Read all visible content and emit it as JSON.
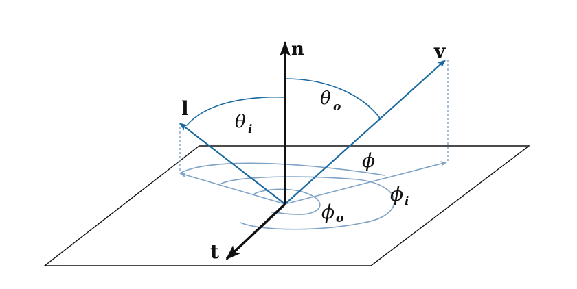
{
  "vectors": {
    "normal": "n",
    "view": "v",
    "light": "l",
    "tangent": "t"
  },
  "angles": {
    "theta_incident": {
      "symbol": "θ",
      "sub": "i"
    },
    "theta_outgoing": {
      "symbol": "θ",
      "sub": "o"
    },
    "phi": {
      "symbol": "ϕ"
    },
    "phi_incident": {
      "symbol": "ϕ",
      "sub": "i"
    },
    "phi_outgoing": {
      "symbol": "ϕ",
      "sub": "o"
    }
  },
  "colors": {
    "blue_vector": "#1a6aa0",
    "light_blue_arc": "#7fa3c7",
    "black_axis": "#111111",
    "plane_outline": "#111111"
  }
}
